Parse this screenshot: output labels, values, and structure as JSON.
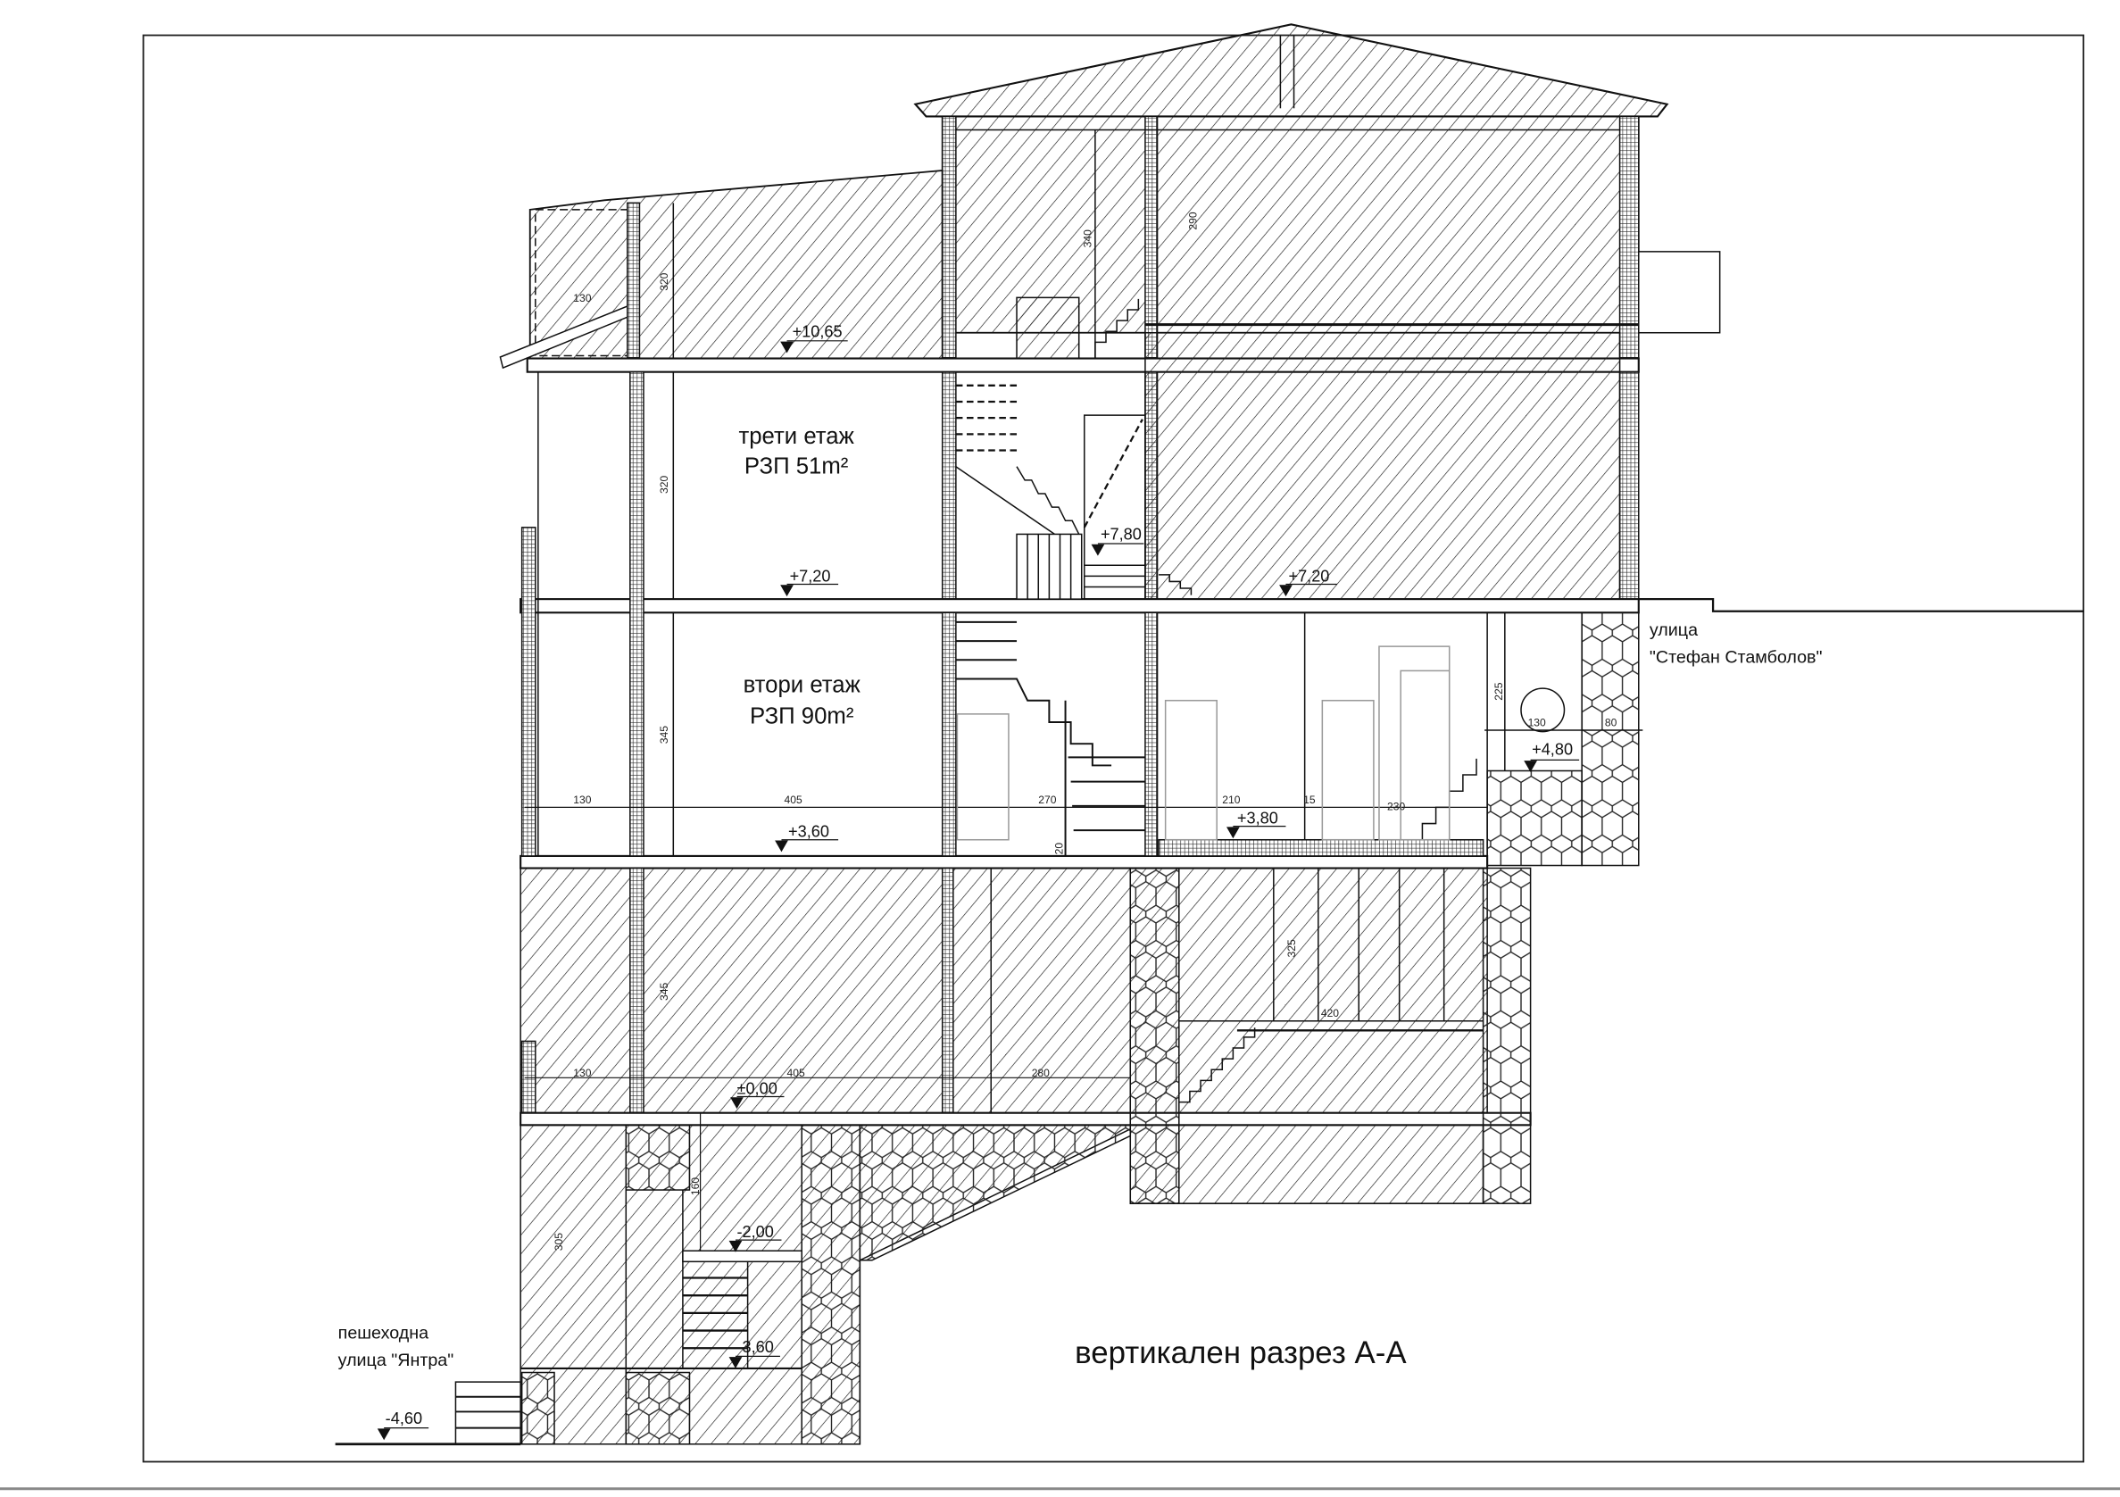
{
  "drawing": {
    "title": "вертикален разрез А-А",
    "rooms": [
      {
        "name": "трети етаж",
        "area": "РЗП 51m²"
      },
      {
        "name": "втори етаж",
        "area": "РЗП 90m²"
      }
    ],
    "streets": {
      "upper_line1": "улица",
      "upper_line2": "\"Стефан Стамболов\"",
      "lower_line1": "пешеходна",
      "lower_line2": "улица \"Янтра\""
    },
    "levels": {
      "l1065": "+10,65",
      "l780": "+7,80",
      "l720a": "+7,20",
      "l720b": "+7,20",
      "l480": "+4,80",
      "l380": "+3,80",
      "l360": "+3,60",
      "l000": "±0,00",
      "lm200": "-2,00",
      "lm360": "-3,60",
      "lm460": "-4,60"
    },
    "dimensions": {
      "d130a": "130",
      "d320a": "320",
      "d340": "340",
      "d290": "290",
      "d320b": "320",
      "d345a": "345",
      "d130b": "130",
      "d405a": "405",
      "d270": "270",
      "d210": "210",
      "d15": "15",
      "d230": "230",
      "d225": "225",
      "d130c": "130",
      "d80": "80",
      "d20": "20",
      "d345b": "345",
      "d130d": "130",
      "d405b": "405",
      "d280": "280",
      "d325": "325",
      "d420": "420",
      "d305": "305",
      "d160": "160"
    },
    "colors": {
      "line": "#111111",
      "background": "#ffffff"
    }
  }
}
